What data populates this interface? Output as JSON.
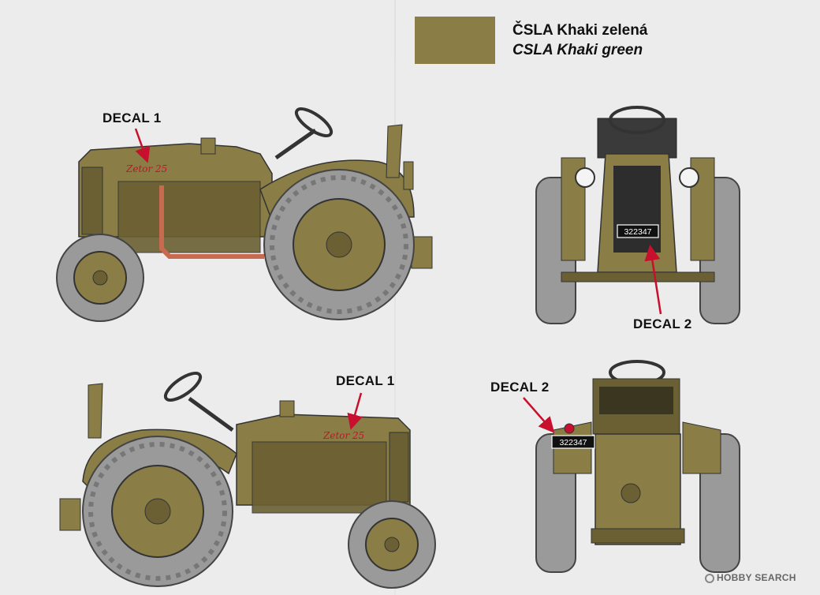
{
  "colors": {
    "khaki": "#8a7d45",
    "khaki_dark": "#6b6034",
    "exhaust": "#c76a4f",
    "tyre": "#9a9a9a",
    "tyre_dark": "#5f5f5f",
    "arrow": "#c8102e",
    "background": "#ececec"
  },
  "legend": {
    "label_cs": "ČSLA Khaki zelená",
    "label_en": "CSLA Khaki green"
  },
  "callouts": {
    "side_left_decal": "DECAL 1",
    "front_decal": "DECAL 2",
    "side_right_decal": "DECAL 1",
    "rear_decal": "DECAL 2"
  },
  "decals": {
    "badge": "Zetor 25",
    "plate": "322347"
  },
  "watermark": {
    "text": "HOBBY SEARCH"
  }
}
